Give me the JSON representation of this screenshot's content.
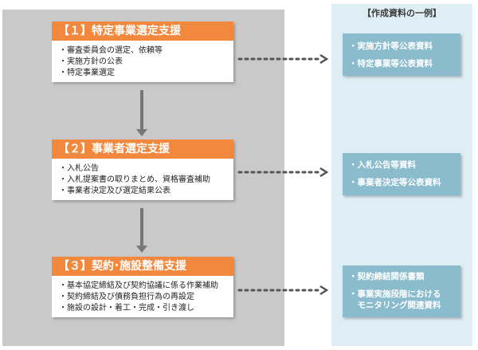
{
  "example_panel": {
    "title": "【作成資料の一例】"
  },
  "steps": [
    {
      "title": "【１】特定事業選定支援",
      "items": [
        "審査委員会の選定、依頼等",
        "実施方針の公表",
        "特定事業選定"
      ]
    },
    {
      "title": "【２】事業者選定支援",
      "items": [
        "入札公告",
        "入札提案書の取りまとめ、資格審査補助",
        "事業者決定及び選定結果公表"
      ]
    },
    {
      "title": "【３】契約･施設整備支援",
      "items": [
        "基本協定締結及び契約協議に係る作業補助",
        "契約締結及び債務負担行為の再設定",
        "施設の設計・着工・完成・引き渡し"
      ]
    }
  ],
  "documents": [
    [
      "・実施方針等公表資料",
      "・特定事業等公表資料"
    ],
    [
      "・入札公告等資料",
      "・事業者決定等公表資料"
    ],
    [
      "・契約締結関係書類",
      "・事業実施段階における",
      "　モニタリング関連資料"
    ]
  ],
  "colors": {
    "step_header": "#f2883d",
    "doc_box": "#8bbccd",
    "left_panel": "#c9c9c9",
    "right_panel": "#dfeef4",
    "arrow": "#777777"
  }
}
